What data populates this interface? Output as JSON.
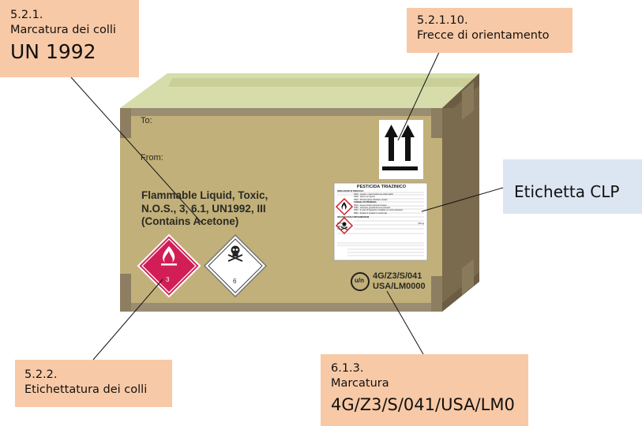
{
  "callouts": {
    "packaging_marking": {
      "section": "5.2.1.",
      "title": "Marcatura  dei colli",
      "value": "UN 1992"
    },
    "orientation_arrows": {
      "section": "5.2.1.10.",
      "title": "Frecce di orientamento"
    },
    "clp_label": {
      "title": "Etichetta CLP"
    },
    "package_labelling": {
      "section": "5.2.2.",
      "title": "Etichettatura dei colli"
    },
    "un_marking": {
      "section": "6.1.3.",
      "title": "Marcatura",
      "value": "4G/Z3/S/041/USA/LM0"
    }
  },
  "box": {
    "to_label": "To:",
    "from_label": "From:",
    "shipping_name": [
      "Flammable Liquid, Toxic,",
      "N.O.S., 3, 6.1, UN1992, III",
      "(Contains Acetone)"
    ],
    "un_mark_line1": "4G/Z3/S/041",
    "un_mark_line2": "USA/LM0000",
    "un_symbol": "u/n",
    "hazard_flammable_class": "3",
    "hazard_toxic_class": "6"
  },
  "clp": {
    "product": "PESTICIDA TRIAZINICO",
    "hazard_header": "INDICAZIONI DI PERICOLO",
    "hazards": [
      "H225 - Liquido e vapori facilmente infiammabili",
      "H302 - Nocivo se ingerito",
      "H319 - Provoca grave irritazione oculare"
    ],
    "prec_header": "CONSIGLI DI PRUDENZA",
    "precautions": [
      "P210 - Tenere lontano da fonti di calore",
      "P280 - Indossare guanti/indumenti protettivi",
      "P301 - In caso di ingestione contattare un centro antiveleni",
      "P501 - Smaltire il prodotto in conformita"
    ],
    "supp_header": "INFORMAZIONI SUPPLEMENTARI",
    "footer_lines": [
      "DITTA:",
      "INDIRIZZO:",
      "TEL.:"
    ],
    "footer_qty": "500 kg"
  },
  "colors": {
    "callout_peach": "#f8c9a6",
    "callout_blue": "#dce6f2",
    "box_face": "#c2b07a",
    "box_top": "#d6dcaa",
    "box_side": "#7a6a4e",
    "tape": "#9a8d72",
    "hazard_flammable": "#d21e56"
  }
}
